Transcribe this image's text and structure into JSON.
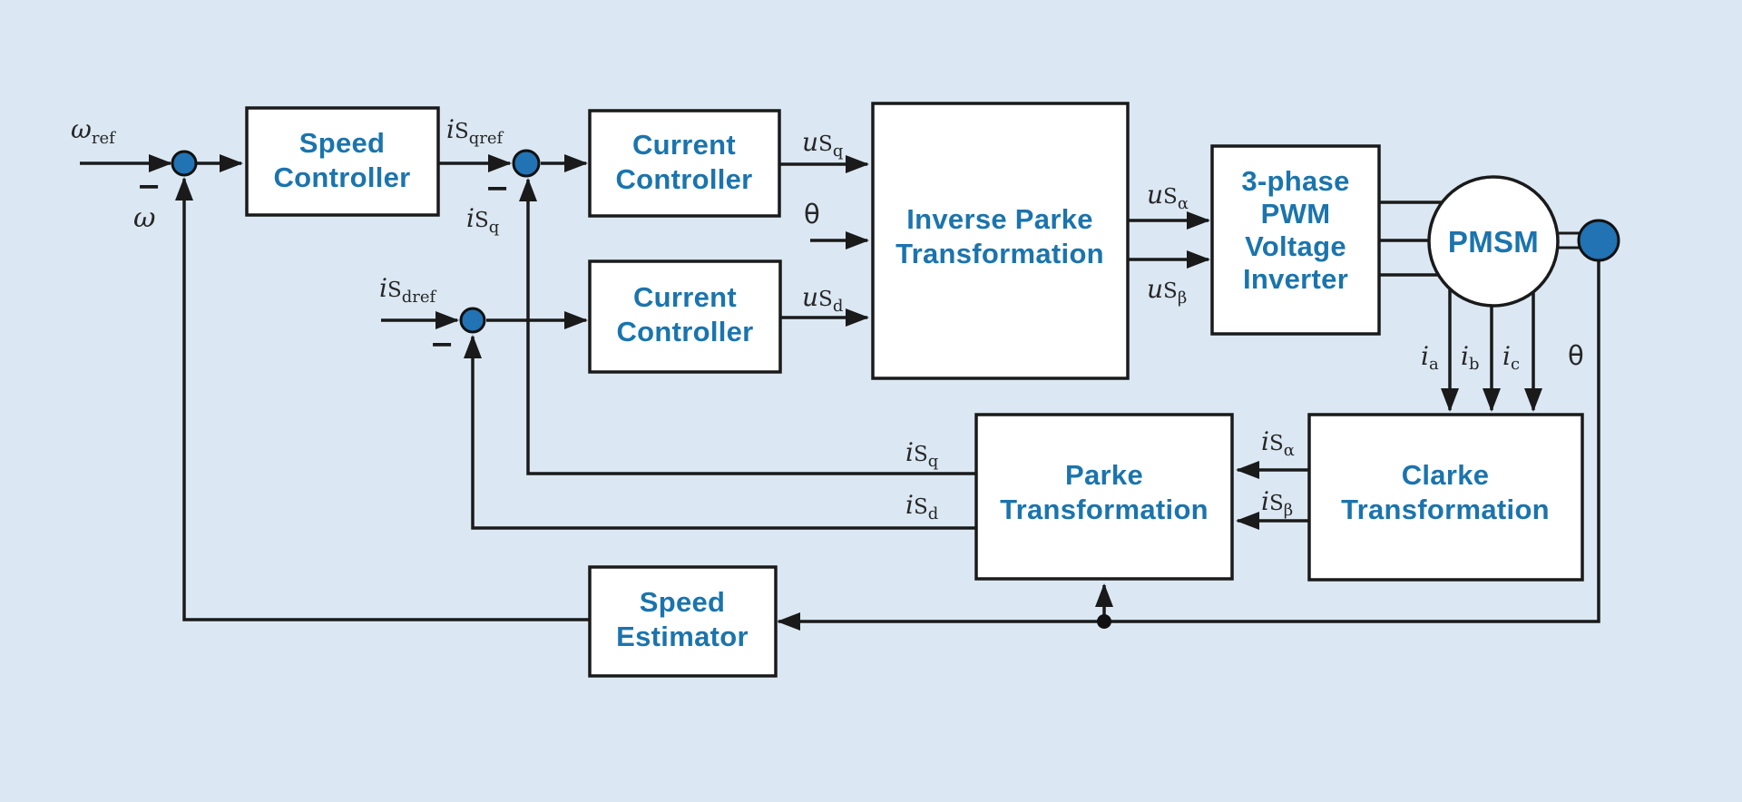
{
  "colors": {
    "background": "#dbe8f3",
    "block_fill": "#ffffff",
    "accent_text": "#1b74ad",
    "node_fill": "#2173b4",
    "stroke": "#1a1a1a"
  },
  "blocks": {
    "speed_controller": {
      "lines": [
        "Speed",
        "Controller"
      ]
    },
    "current_controller_q": {
      "lines": [
        "Current",
        "Controller"
      ]
    },
    "current_controller_d": {
      "lines": [
        "Current",
        "Controller"
      ]
    },
    "inverse_park": {
      "lines": [
        "Inverse Parke",
        "Transformation"
      ]
    },
    "pwm_inverter": {
      "lines": [
        "3-phase",
        "PWM",
        "Voltage",
        "Inverter"
      ]
    },
    "pmsm": {
      "lines": [
        "PMSM"
      ]
    },
    "park": {
      "lines": [
        "Parke",
        "Transformation"
      ]
    },
    "clarke": {
      "lines": [
        "Clarke",
        "Transformation"
      ]
    },
    "speed_estimator": {
      "lines": [
        "Speed",
        "Estimator"
      ]
    }
  },
  "signals": {
    "minus": "−",
    "omega_ref": {
      "base": "ω",
      "sub": "ref"
    },
    "omega_fb": {
      "base": "ω"
    },
    "i_sqref": {
      "base": "i",
      "mid": "S",
      "sub": "qref"
    },
    "i_sq": {
      "base": "i",
      "mid": "S",
      "sub": "q"
    },
    "i_sdref": {
      "base": "i",
      "mid": "S",
      "sub": "dref"
    },
    "i_sd": {
      "base": "i",
      "mid": "S",
      "sub": "d"
    },
    "u_sq": {
      "base": "u",
      "mid": "S",
      "sub": "q"
    },
    "u_sd": {
      "base": "u",
      "mid": "S",
      "sub": "d"
    },
    "u_salpha": {
      "base": "u",
      "mid": "S",
      "sub": "α"
    },
    "u_sbeta": {
      "base": "u",
      "mid": "S",
      "sub": "β"
    },
    "i_salpha": {
      "base": "i",
      "mid": "S",
      "sub": "α"
    },
    "i_sbeta": {
      "base": "i",
      "mid": "S",
      "sub": "β"
    },
    "i_a": {
      "base": "i",
      "sub": "a"
    },
    "i_b": {
      "base": "i",
      "sub": "b"
    },
    "i_c": {
      "base": "i",
      "sub": "c"
    },
    "theta": {
      "base": "θ"
    }
  }
}
